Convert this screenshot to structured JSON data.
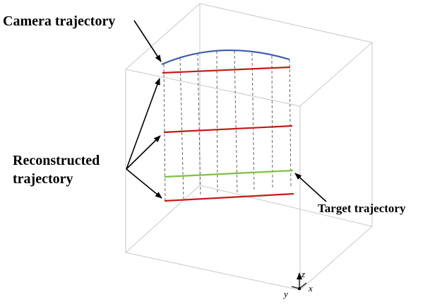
{
  "labels": {
    "camera": "Camera trajectory",
    "reconstructed_line1": "Reconstructed",
    "reconstructed_line2": "trajectory",
    "target": "Target trajectory"
  },
  "axes": {
    "z": "z",
    "y": "y",
    "x": "x"
  },
  "colors": {
    "camera": "#3a5ea8",
    "reconstructed": "#c41a1a",
    "target": "#7dc142",
    "box": "#c8c8c8",
    "dash": "#555555"
  }
}
